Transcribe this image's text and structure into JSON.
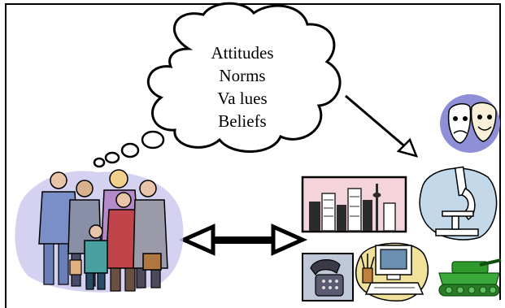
{
  "thought_cloud": {
    "lines": [
      "Attitudes",
      "Norms",
      "Va lues",
      "Beliefs"
    ]
  },
  "colors": {
    "crowd_shadow": "#c9c6ee",
    "arrow": "#000000",
    "city_sky": "#f4d3da",
    "city_buildings": "#2b2b2b",
    "microscope_bg": "#c3d9ea",
    "masks_bg": "#8f8fd8",
    "computer_bg": "#f0e29a",
    "phone_bg": "#bfc8d8",
    "tank_green": "#2e9a2e"
  },
  "icons": [
    "crowd-of-people-icon",
    "city-skyline-icon",
    "theater-masks-icon",
    "microscope-icon",
    "telephone-icon",
    "computer-icon",
    "tank-icon"
  ]
}
